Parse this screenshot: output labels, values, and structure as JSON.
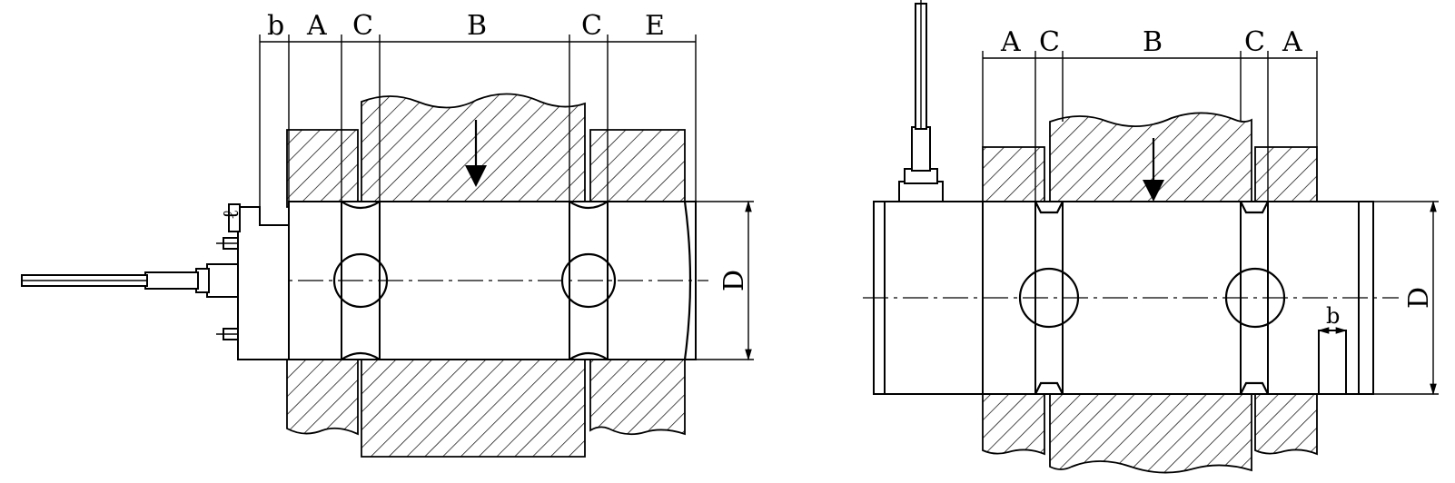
{
  "left_view": {
    "dims": {
      "b": "b",
      "A": "A",
      "C1": "C",
      "B": "B",
      "C2": "C",
      "E": "E",
      "D": "D",
      "small": "ℓ"
    }
  },
  "right_view": {
    "dims": {
      "A1": "A",
      "C1": "C",
      "B": "B",
      "C2": "C",
      "A2": "A",
      "D": "D",
      "b": "b"
    }
  }
}
